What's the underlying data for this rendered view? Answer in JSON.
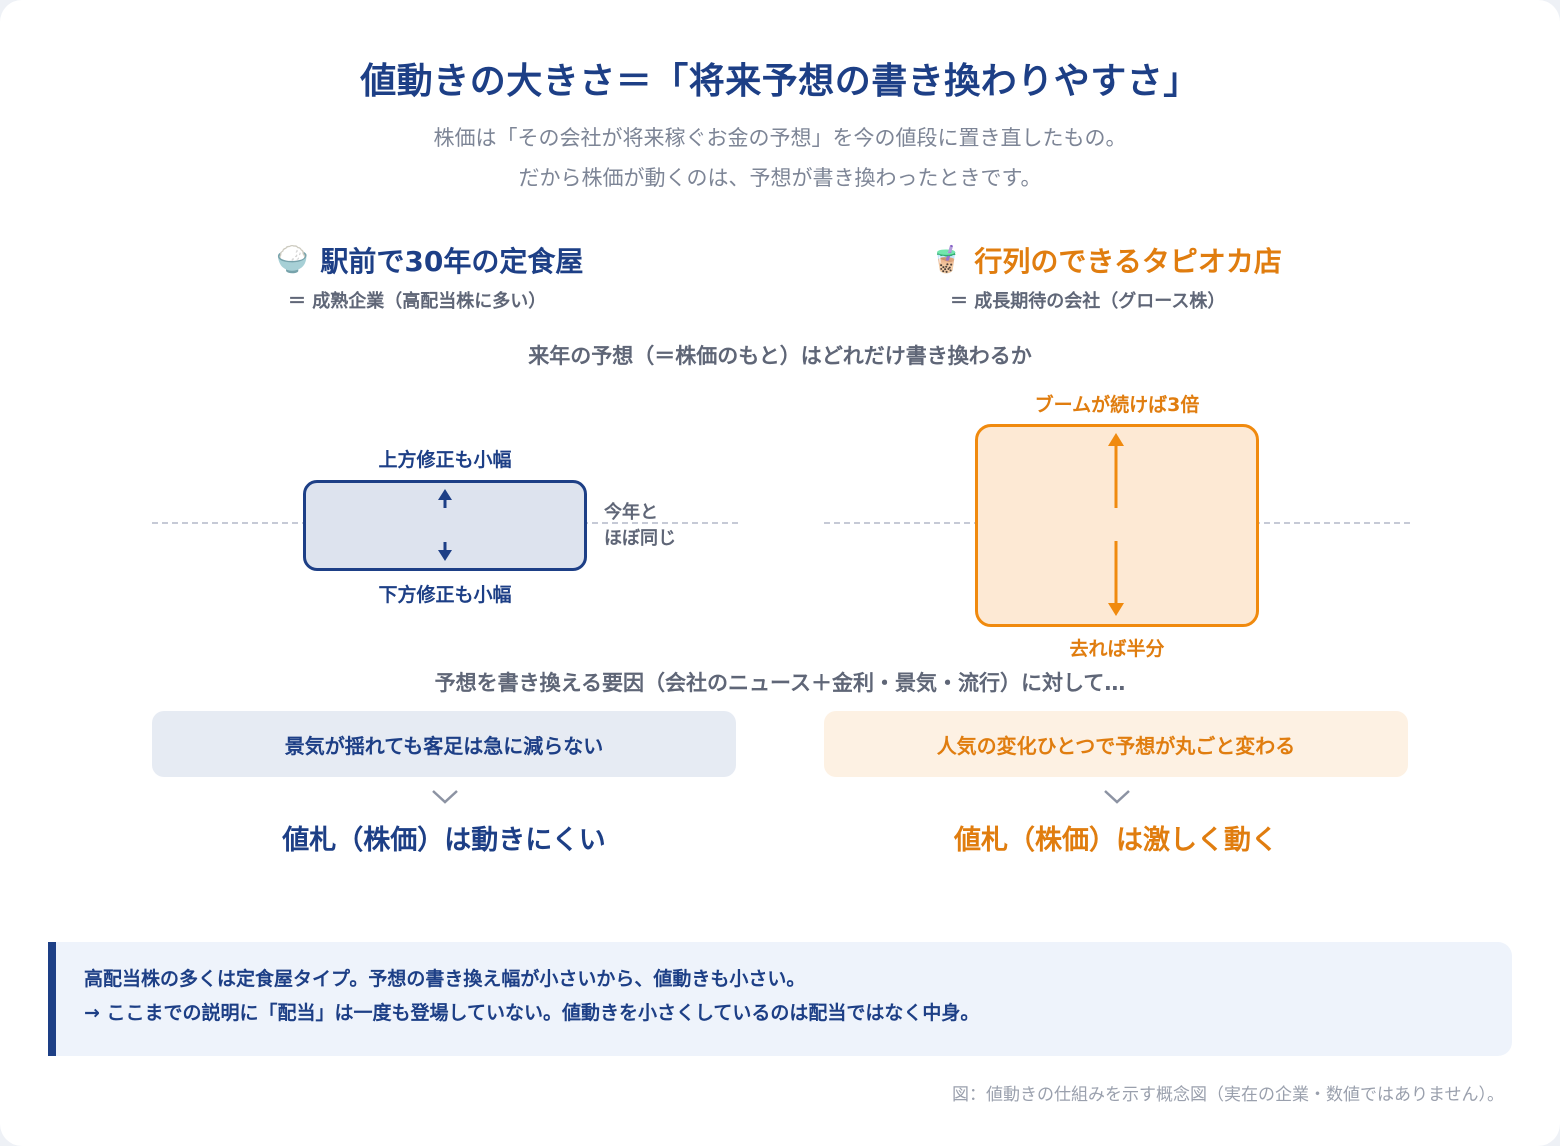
{
  "title": "値動きの大きさ＝「将来予想の書き換わりやすさ」",
  "subtitle": [
    "株価は「その会社が将来稼ぐお金の予想」を今の値段に置き直したもの。",
    "だから株価が動くのは、予想が書き換わったときです。"
  ],
  "left": {
    "emoji": "🍚",
    "heading": "駅前で30年の定食屋",
    "sub": "＝ 成熟企業（高配当株に多い）",
    "up_label": "上方修正も小幅",
    "down_label": "下方修正も小幅",
    "baseline_label": [
      "今年と",
      "ほぼ同じ"
    ],
    "factor": "景気が揺れても客足は急に減らない",
    "result": "値札（株価）は動きにくい"
  },
  "right": {
    "emoji": "🧋",
    "heading": "行列のできるタピオカ店",
    "sub": "＝ 成長期待の会社（グロース株）",
    "up_label": "ブームが続けば3倍",
    "down_label": "去れば半分",
    "factor": "人気の変化ひとつで予想が丸ごと変わる",
    "result": "値札（株価）は激しく動く"
  },
  "section1": "来年の予想（＝株価のもと）はどれだけ書き換わるか",
  "section2": "予想を書き換える要因（会社のニュース＋金利・景気・流行）に対して…",
  "note": [
    "高配当株の多くは定食屋タイプ。予想の書き換え幅が小さいから、値動きも小さい。",
    "→ ここまでの説明に「配当」は一度も登場していない。値動きを小さくしているのは配当ではなく中身。"
  ],
  "caption": "図：値動きの仕組みを示す概念図（実在の企業・数値ではありません）。",
  "colors": {
    "navy": "#1d3f86",
    "orange": "#e07d0f",
    "orange_border": "#f08a0e",
    "gray": "#5f6677"
  }
}
